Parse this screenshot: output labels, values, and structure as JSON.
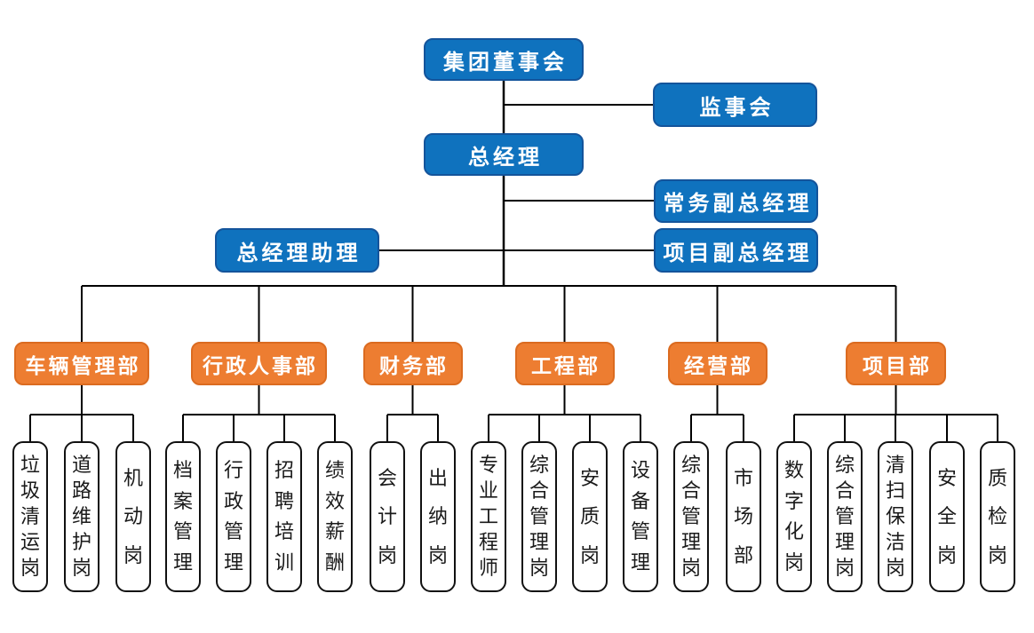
{
  "page": {
    "background": "#FFFFFF"
  },
  "colors": {
    "box_blue": "#0F72BE",
    "box_orange": "#ED7D31",
    "connector_line": "#000000",
    "box_text": "#FFFFFF",
    "position_box_bg": "#FFFFFF",
    "position_box_border": "#111111",
    "position_text": "#1A1A1A"
  },
  "org": {
    "top": {
      "board": "集团董事会",
      "supervisory_board": "监事会",
      "general_manager": "总经理",
      "executive_deputy_gm": "常务副总经理",
      "gm_assistant": "总经理助理",
      "project_deputy_gm": "项目副总经理"
    },
    "departments": [
      {
        "label": "车辆管理部",
        "children": [
          "垃圾清运岗",
          "道路维护岗",
          "机动岗"
        ]
      },
      {
        "label": "行政人事部",
        "children": [
          "档案管理",
          "行政管理",
          "招聘培训",
          "绩效薪酬"
        ]
      },
      {
        "label": "财务部",
        "children": [
          "会计岗",
          "出纳岗"
        ]
      },
      {
        "label": "工程部",
        "children": [
          "专业工程师",
          "综合管理岗",
          "安质岗",
          "设备管理"
        ]
      },
      {
        "label": "经营部",
        "children": [
          "综合管理岗",
          "市场部"
        ]
      },
      {
        "label": "项目部",
        "children": [
          "数字化岗",
          "综合管理岗",
          "清扫保洁岗",
          "安全岗",
          "质检岗"
        ]
      }
    ]
  }
}
